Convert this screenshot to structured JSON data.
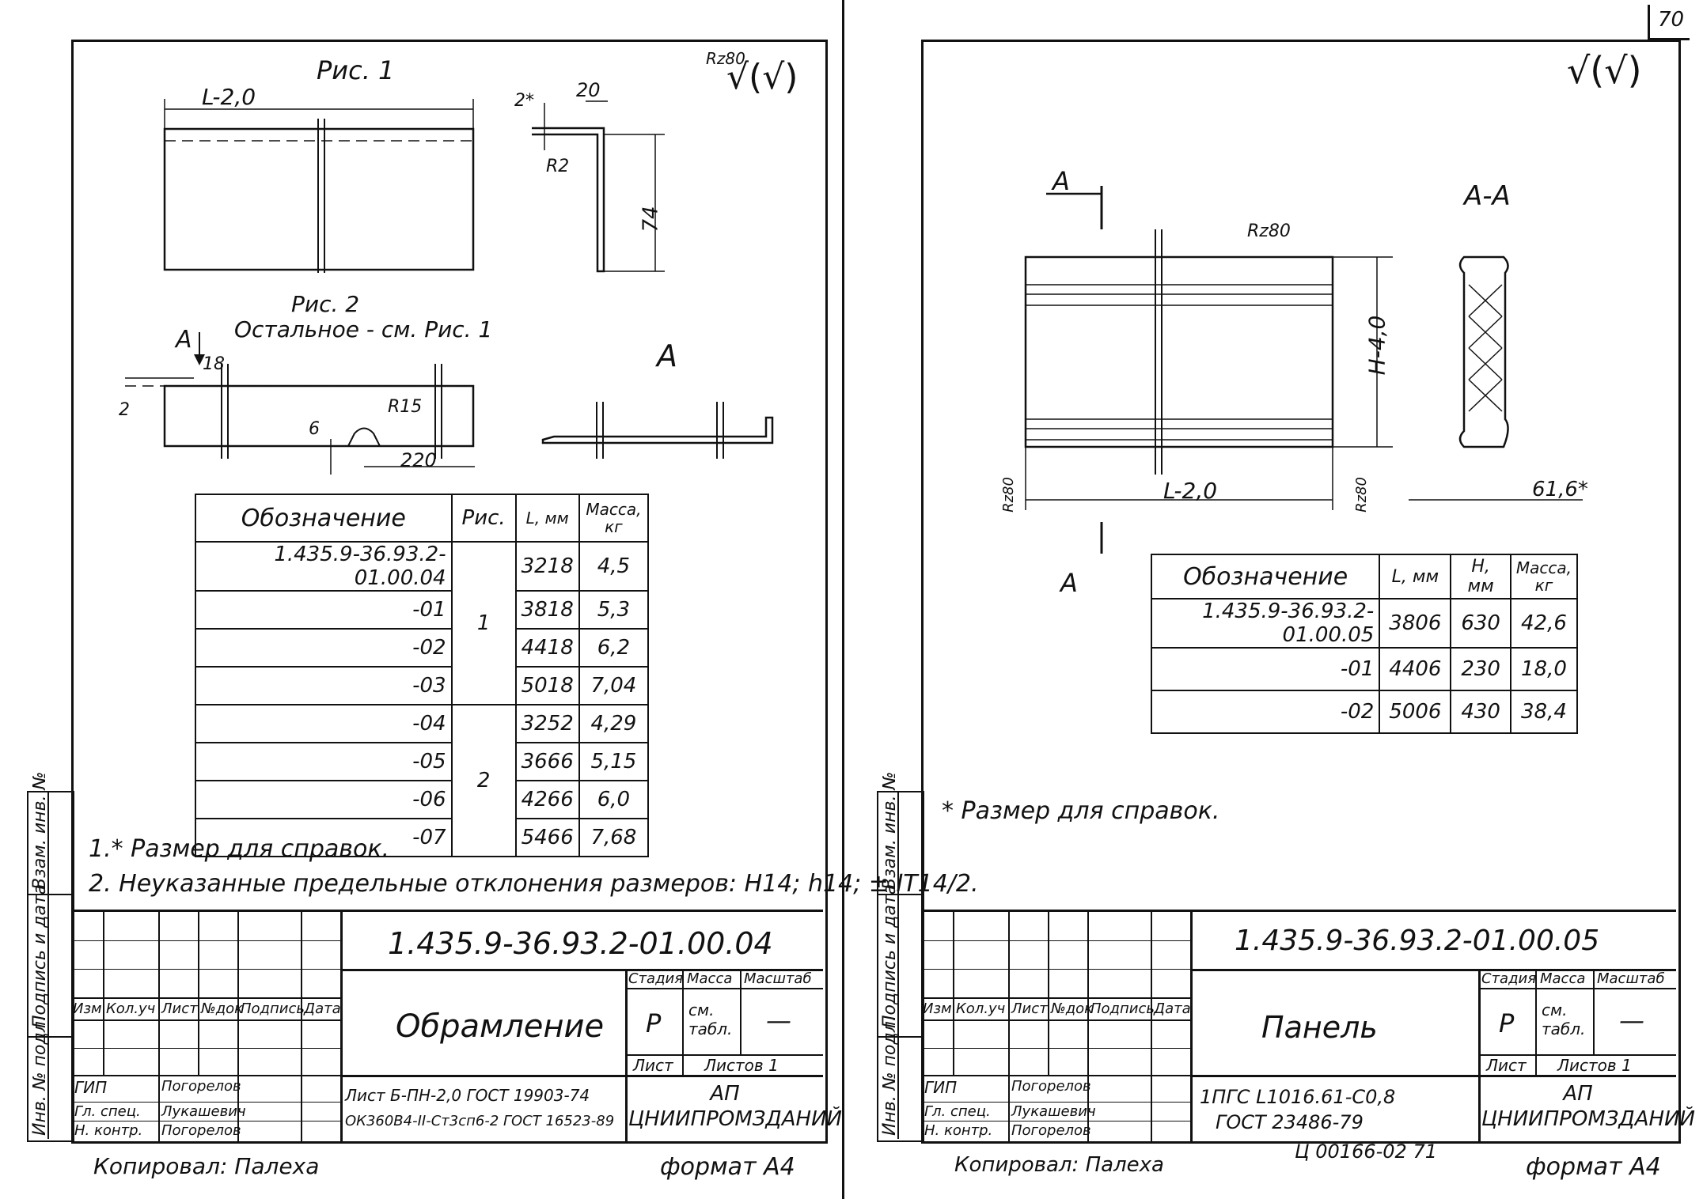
{
  "page_number": "70",
  "left": {
    "fig1_label": "Рис. 1",
    "fig2_label": "Рис. 2",
    "fig2_note": "Остальное - см. Рис. 1",
    "roughness": "Rz80",
    "roughness_mark": "√(√)",
    "dim_L": "L-2,0",
    "dim_2a": "2*",
    "dim_20": "20",
    "dim_R2": "R2",
    "dim_74": "74",
    "dim_A": "A",
    "dim_18": "18",
    "dim_2b": "2",
    "dim_6": "6",
    "dim_R15": "R15",
    "dim_220": "220",
    "view_A": "A",
    "table": {
      "headers": [
        "Обозначение",
        "Рис.",
        "L, мм",
        "Масса, кг"
      ],
      "rows": [
        {
          "des": "1.435.9-36.93.2-01.00.04",
          "L": "3218",
          "m": "4,5"
        },
        {
          "des": "-01",
          "L": "3818",
          "m": "5,3"
        },
        {
          "des": "-02",
          "L": "4418",
          "m": "6,2"
        },
        {
          "des": "-03",
          "L": "5018",
          "m": "7,04"
        },
        {
          "des": "-04",
          "L": "3252",
          "m": "4,29"
        },
        {
          "des": "-05",
          "L": "3666",
          "m": "5,15"
        },
        {
          "des": "-06",
          "L": "4266",
          "m": "6,0"
        },
        {
          "des": "-07",
          "L": "5466",
          "m": "7,68"
        }
      ],
      "fig_group1": "1",
      "fig_group2": "2"
    },
    "note1": "1.* Размер для справок.",
    "note2": "2. Неуказанные предельные отклонения размеров: H14; h14; ± IT14/2.",
    "title_block": {
      "code": "1.435.9-36.93.2-01.00.04",
      "name": "Обрамление",
      "stage_h": "Стадия",
      "mass_h": "Масса",
      "scale_h": "Масштаб",
      "stage": "Р",
      "mass": "см. табл.",
      "scale": "—",
      "sheet_h": "Лист",
      "sheets_h": "Листов 1",
      "org": "АП ЦНИИПРОМЗДАНИЙ",
      "material_1": "Лист Б-ПН-2,0 ГОСТ 19903-74",
      "material_2": "ОК360В4-II-Ст3сп6-2 ГОСТ 16523-89",
      "cols": [
        "Изм",
        "Кол.уч",
        "Лист",
        "№док",
        "Подпись",
        "Дата"
      ],
      "roles": [
        "ГИП",
        "Гл. спец.",
        "Н. контр."
      ],
      "people": [
        "Погорелов",
        "Лукашевич",
        "Погорелов"
      ]
    },
    "copied": "Копировал: Палеха",
    "format": "формат А4"
  },
  "right": {
    "roughness": "Rz80",
    "roughness_mark": "√(√)",
    "section_label": "А-А",
    "cut_A1": "A",
    "cut_A2": "A",
    "dim_H": "H-4,0",
    "dim_L": "L-2,0",
    "dim_616": "61,6*",
    "rz_left": "Rz80",
    "rz_right": "Rz80",
    "table": {
      "headers": [
        "Обозначение",
        "L, мм",
        "H, мм",
        "Масса, кг"
      ],
      "rows": [
        {
          "des": "1.435.9-36.93.2-01.00.05",
          "L": "3806",
          "H": "630",
          "m": "42,6"
        },
        {
          "des": "-01",
          "L": "4406",
          "H": "230",
          "m": "18,0"
        },
        {
          "des": "-02",
          "L": "5006",
          "H": "430",
          "m": "38,4"
        }
      ]
    },
    "note": "* Размер для справок.",
    "title_block": {
      "code": "1.435.9-36.93.2-01.00.05",
      "name": "Панель",
      "stage_h": "Стадия",
      "mass_h": "Масса",
      "scale_h": "Масштаб",
      "stage": "Р",
      "mass": "см. табл.",
      "scale": "—",
      "sheet_h": "Лист",
      "sheets_h": "Листов 1",
      "org": "АП ЦНИИПРОМЗДАНИЙ",
      "material_1": "1ПГС L1016.61-С0,8",
      "material_2": "ГОСТ 23486-79",
      "cols": [
        "Изм",
        "Кол.уч",
        "Лист",
        "№док",
        "Подпись",
        "Дата"
      ],
      "roles": [
        "ГИП",
        "Гл. спец.",
        "Н. контр."
      ],
      "people": [
        "Погорелов",
        "Лукашевич",
        "Погорелов"
      ]
    },
    "copied": "Копировал: Палеха",
    "format": "формат А4",
    "footer_num": "Ц 00166-02 71"
  },
  "side_labels": [
    "Инв. № подл.",
    "Подпись и дата",
    "Взам. инв. №"
  ]
}
